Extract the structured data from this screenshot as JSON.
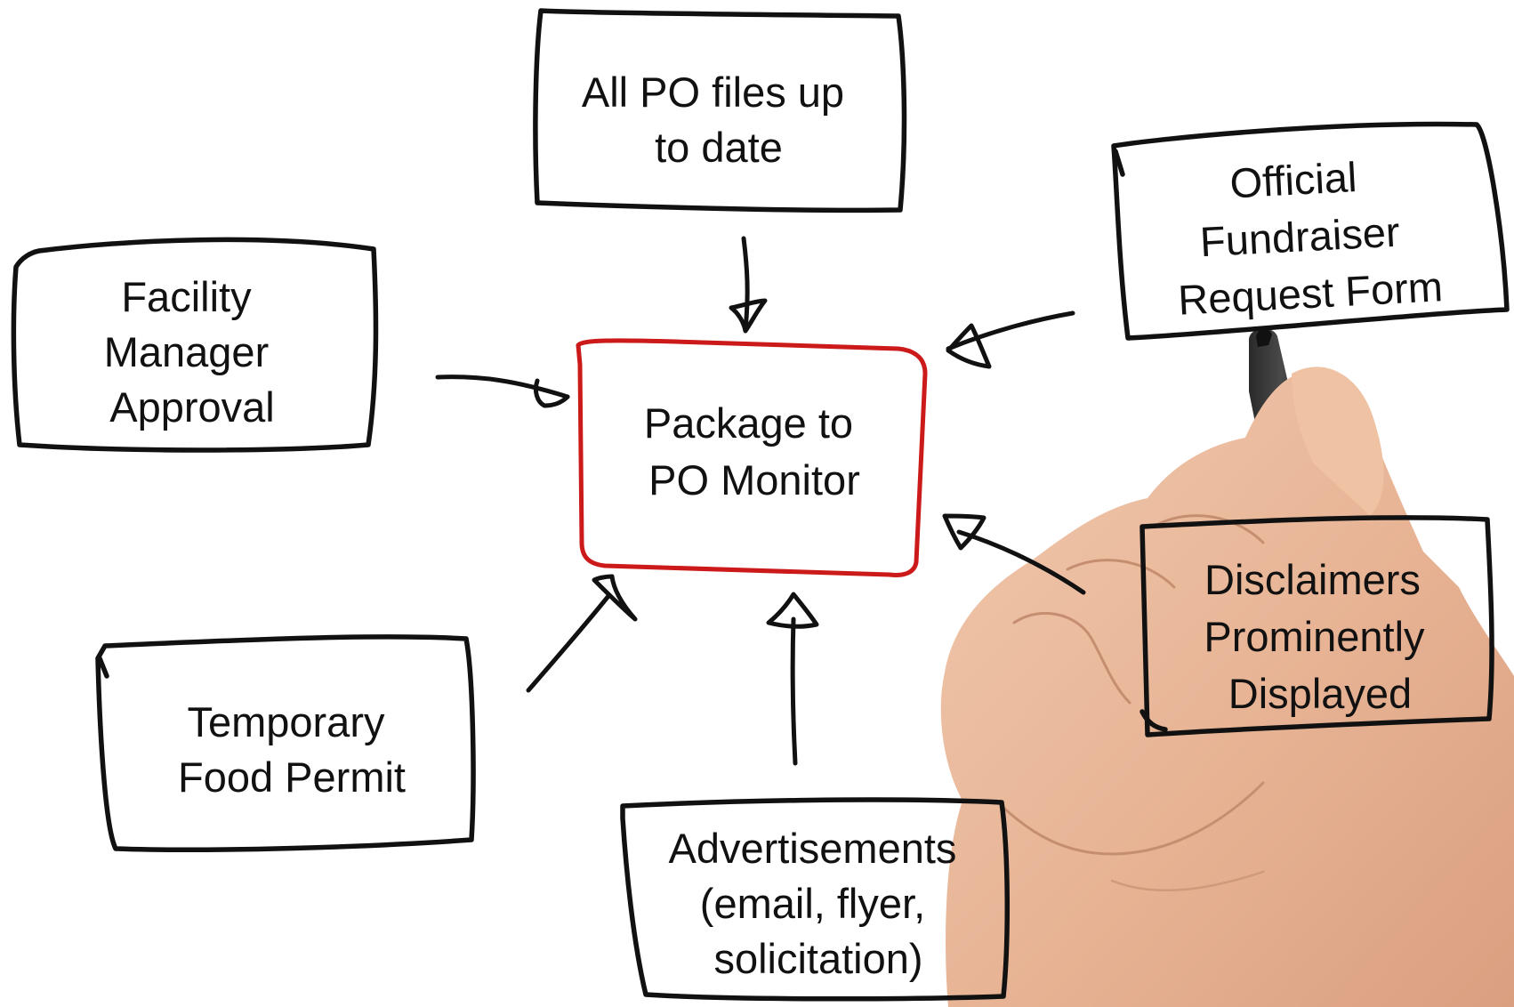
{
  "diagram": {
    "center": {
      "lines": [
        "Package to",
        "PO Monitor"
      ],
      "border_color": "#cc1a1a"
    },
    "nodes": {
      "po_files": {
        "lines": [
          "All PO files up",
          "to date"
        ]
      },
      "fundraiser_form": {
        "lines": [
          "Official",
          "Fundraiser",
          "Request Form"
        ]
      },
      "facility_manager": {
        "lines": [
          "Facility",
          "Manager",
          "Approval"
        ]
      },
      "temporary_permit": {
        "lines": [
          "Temporary",
          "Food Permit"
        ]
      },
      "advertisements": {
        "lines": [
          "Advertisements",
          "(email, flyer,",
          "solicitation)"
        ]
      },
      "disclaimers": {
        "lines": [
          "Disclaimers",
          "Prominently",
          "Displayed"
        ]
      }
    },
    "ink_color": "#111111",
    "hand_image": "hand-holding-marker"
  }
}
